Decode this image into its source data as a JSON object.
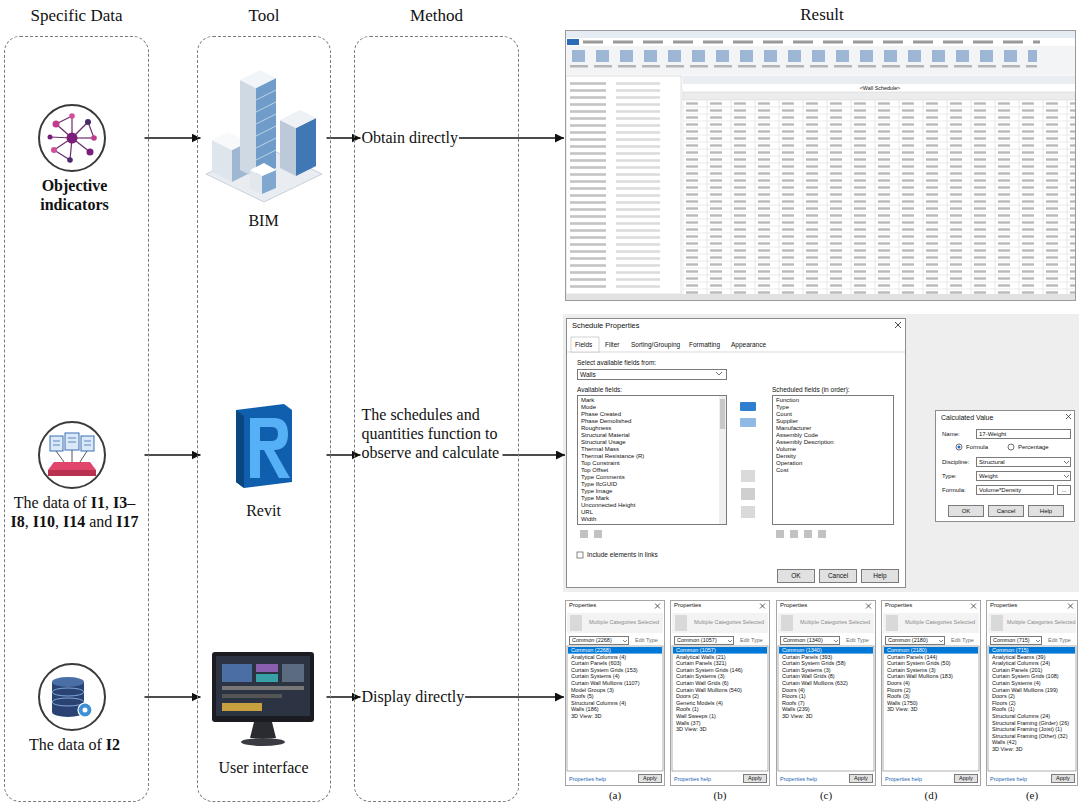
{
  "diagram": {
    "nodes": [
      {
        "text": [
          "Specific Data"
        ]
      },
      {
        "text": [
          "Tool"
        ]
      },
      {
        "text": [
          "Method"
        ]
      },
      {
        "text": [
          "Objective indicators"
        ],
        "in": 0
      },
      {
        "text": [
          "The data of I1, I3–I8, I10, I14 and I17"
        ],
        "in": 0
      },
      {
        "text": [
          "The data of I2"
        ],
        "in": 0
      },
      {
        "text": [
          "BIM"
        ],
        "in": 1
      },
      {
        "text": [
          "Revit"
        ],
        "in": 1
      },
      {
        "text": [
          "User interface"
        ],
        "in": 1
      },
      {
        "text": [
          "Obtain directly"
        ],
        "in": 2
      },
      {
        "text": [
          "The schedules and quantities function to observe and calculate"
        ],
        "in": 2
      },
      {
        "text": [
          "Display directly"
        ],
        "in": 2
      },
      {
        "text": [
          "<Wall Schedule>"
        ]
      },
      {
        "text": [
          "Schedule Properties",
          "Fields",
          "Filter",
          "Sorting/Grouping",
          "Formatting",
          "Appearance",
          "Select available fields from:",
          "Walls",
          "Available fields:",
          "Scheduled fields (in order):",
          "Include elements in links",
          "OK",
          "Cancel",
          "Help"
        ]
      },
      {
        "text": [
          "Mark",
          "Mode",
          "Phase Created",
          "Phase Demolished",
          "Roughness",
          "Structural Material",
          "Structural Usage",
          "Thermal Mass",
          "Thermal Resistance (R)",
          "Top Constraint",
          "Top Offset",
          "Type Comments",
          "Type IfcGUID",
          "Type Image",
          "Type Mark",
          "Unconnected Height",
          "URL",
          "Width"
        ],
        "in": 13
      },
      {
        "text": [
          "Function",
          "Type",
          "Count",
          "Supplier",
          "Manufacturer",
          "Assembly Code",
          "Assembly Description",
          "Volume",
          "Density",
          "Operation",
          "Cost"
        ],
        "in": 13
      },
      {
        "text": [
          "Calculated Value",
          "Name:",
          "17-Weight",
          "Formula",
          "Percentage",
          "Discipline:",
          "Structural",
          "Type:",
          "Weight",
          "Formula:",
          "Volume*Density",
          "...",
          "OK",
          "Cancel",
          "Help"
        ]
      },
      {
        "text": [
          "Properties",
          "Multiple Categories Selected",
          "Common (2268)",
          "Edit Type",
          "Common (2268)",
          "Analytical Columns (4)",
          "Curtain Panels (603)",
          "Curtain System Grids (153)",
          "Curtain Systems (4)",
          "Curtain Wall Mullions (1107)",
          "Model Groups (3)",
          "Roofs (5)",
          "Structural Columns (4)",
          "Walls (186)",
          "3D View: 3D",
          "Properties help",
          "Apply"
        ]
      },
      {
        "text": [
          "Properties",
          "Multiple Categories Selected",
          "Common (1057)",
          "Edit Type",
          "Common (1057)",
          "Analytical Walls (21)",
          "Curtain Panels (321)",
          "Curtain System Grids (146)",
          "Curtain Systems (3)",
          "Curtain Wall Grids (6)",
          "Curtain Wall Mullions (540)",
          "Doors (2)",
          "Generic Models (4)",
          "Roofs (1)",
          "Wall Sweeps (1)",
          "Walls (37)",
          "3D View: 3D",
          "Properties help",
          "Apply"
        ]
      },
      {
        "text": [
          "Properties",
          "Multiple Categories Selected",
          "Common (1340)",
          "Edit Type",
          "Common (1340)",
          "Curtain Panels (393)",
          "Curtain System Grids (58)",
          "Curtain Systems (3)",
          "Curtain Wall Grids (8)",
          "Curtain Wall Mullions (632)",
          "Doors (4)",
          "Floors (1)",
          "Roofs (7)",
          "Walls (239)",
          "3D View: 3D",
          "Properties help",
          "Apply"
        ]
      },
      {
        "text": [
          "Properties",
          "Multiple Categories Selected",
          "Common (2180)",
          "Edit Type",
          "Common (2180)",
          "Curtain Panels (144)",
          "Curtain System Grids (50)",
          "Curtain Systems (3)",
          "Curtain Wall Mullions (183)",
          "Doors (4)",
          "Floors (2)",
          "Roofs (3)",
          "Walls (1750)",
          "3D View: 3D",
          "Properties help",
          "Apply"
        ]
      },
      {
        "text": [
          "Properties",
          "Multiple Categories Selected",
          "Common (715)",
          "Edit Type",
          "Common (715)",
          "Analytical Beams (39)",
          "Analytical Columns (24)",
          "Curtain Panels (201)",
          "Curtain System Grids (108)",
          "Curtain Systems (4)",
          "Curtain Wall Mullions (199)",
          "Doors (2)",
          "Floors (2)",
          "Roofs (1)",
          "Structural Columns (24)",
          "Structural Framing (Girder) (26)",
          "Structural Framing (Joist) (1)",
          "Structural Framing (Other) (32)",
          "Walls (42)",
          "3D View: 3D",
          "Properties help",
          "Apply"
        ]
      }
    ],
    "edges": [
      {
        "from": 3,
        "to": 6,
        "arrow": "to"
      },
      {
        "from": 6,
        "to": 9,
        "arrow": "to"
      },
      {
        "from": 9,
        "to": 12,
        "arrow": "to"
      },
      {
        "from": 4,
        "to": 7,
        "arrow": "to"
      },
      {
        "from": 7,
        "to": 10,
        "arrow": "to"
      },
      {
        "from": 10,
        "to": 13,
        "arrow": "to"
      },
      {
        "from": 5,
        "to": 8,
        "arrow": "to"
      },
      {
        "from": 8,
        "to": 11,
        "arrow": "to"
      },
      {
        "from": 11,
        "to": 17,
        "arrow": "to"
      }
    ],
    "labels": [
      "Result",
      "(a)",
      "(b)",
      "(c)",
      "(d)",
      "(e)"
    ]
  }
}
